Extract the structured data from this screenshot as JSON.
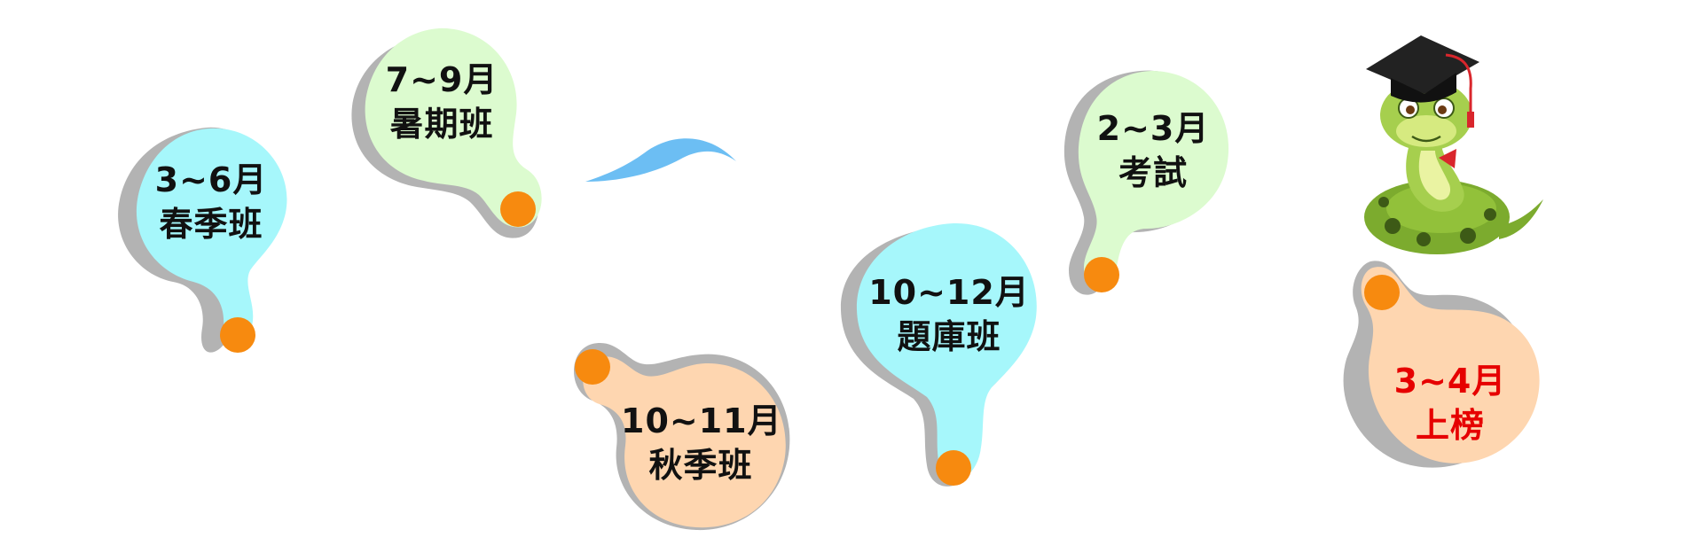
{
  "colors": {
    "cyan": "#a6f7fb",
    "green": "#dcfbcf",
    "peach": "#fed6b0",
    "shadow": "#b3b3b3",
    "dot": "#f78a0f",
    "wave": "#6cbef3",
    "highlight_text": "#e60000"
  },
  "milestones": [
    {
      "period": "3~6月",
      "name": "春季班",
      "color": "cyan"
    },
    {
      "period": "7~9月",
      "name": "暑期班",
      "color": "green"
    },
    {
      "period": "10~11月",
      "name": "秋季班",
      "color": "peach"
    },
    {
      "period": "10~12月",
      "name": "題庫班",
      "color": "cyan"
    },
    {
      "period": "2~3月",
      "name": "考試",
      "color": "green"
    },
    {
      "period": "3~4月",
      "name": "上榜",
      "color": "peach",
      "highlight": true
    }
  ],
  "mascot": {
    "icon": "graduation-snake-icon"
  }
}
